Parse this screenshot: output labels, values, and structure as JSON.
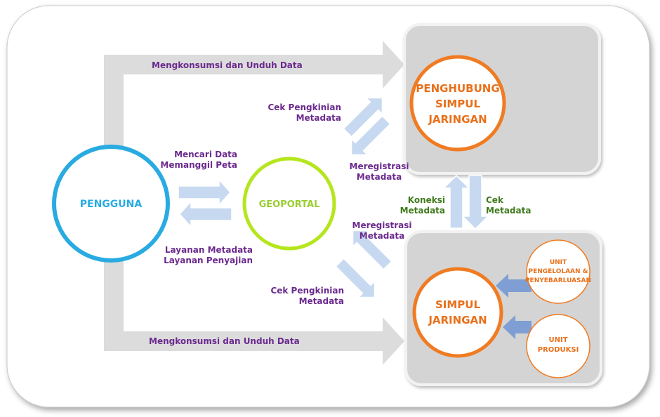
{
  "nodes": {
    "pengguna": {
      "label": "PENGGUNA"
    },
    "geoportal": {
      "label": "GEOPORTAL"
    },
    "penghubung": {
      "line1": "PENGHUBUNG",
      "line2": "SIMPUL",
      "line3": "JARINGAN"
    },
    "simpul": {
      "line1": "SIMPUL",
      "line2": "JARINGAN"
    },
    "unit_pengelolaan": {
      "line1": "UNIT",
      "line2": "PENGELOLAAN &",
      "line3": "PENYEBARLUASAN"
    },
    "unit_produksi": {
      "line1": "UNIT",
      "line2": "PRODUKSI"
    }
  },
  "labels": {
    "top_flow": "Mengkonsumsi dan Unduh Data",
    "bottom_flow": "Mengkonsumsi dan Unduh Data",
    "search_line1": "Mencari Data",
    "search_line2": "Memanggil Peta",
    "service_line1": "Layanan Metadata",
    "service_line2": "Layanan Penyajian",
    "check_top_line1": "Cek Pengkinian",
    "check_top_line2": "Metadata",
    "register_top_line1": "Meregistrasi",
    "register_top_line2": "Metadata",
    "register_bottom_line1": "Meregistrasi",
    "register_bottom_line2": "Metadata",
    "check_bottom_line1": "Cek Pengkinian",
    "check_bottom_line2": "Metadata",
    "koneksi_line1": "Koneksi",
    "koneksi_line2": "Metadata",
    "cek_line1": "Cek",
    "cek_line2": "Metadata"
  },
  "colors": {
    "pengguna": "#29abe2",
    "geoportal": "#b5e61d",
    "geoportal_text": "#9acd32",
    "orange": "#f07b22",
    "orange_text": "#e8701a",
    "grey_panel": "#d4d4d4",
    "flow_arrow": "#dcdcdc",
    "light_blue_arrow": "#c6d9f0",
    "dark_blue_arrow": "#7f9fd4",
    "purple_text": "#6b2a8e",
    "green_text": "#3f7a1c"
  }
}
